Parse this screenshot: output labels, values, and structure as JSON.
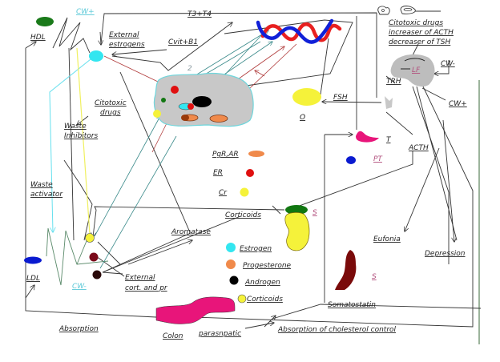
{
  "diagram": {
    "labels": {
      "hdl": "HDL",
      "cw_plus_top": "CW+",
      "external_estrogens_1": "External",
      "external_estrogens_2": "estrogens",
      "t3_t4": "T3+T4",
      "cvit_b1": "Cvit+B1",
      "question_2": "2",
      "cytotoxic_drugs_1": "Citotoxic",
      "cytotoxic_drugs_2": "drugs",
      "waste_inhibitors_1": "Waste",
      "waste_inhibitors_2": "Inhibitors",
      "waste_activator_1": "Waste",
      "waste_activator_2": "activator",
      "ldl": "LDL",
      "cw_minus_bottom": "CW-",
      "external_cort_1": "External",
      "external_cort_2": "cort. and pr",
      "absorption": "Absorption",
      "colon": "Colon",
      "parasympathetic": "parasnpatic",
      "absorption_cholesterol": "Absorption of cholesterol control",
      "aromatase": "Aromatase",
      "corticoids_mid": "Corticoids",
      "pgr_ar": "PgR,AR",
      "er": "ER",
      "cr": "Cr",
      "o": "O",
      "fsh": "FSH",
      "t": "T",
      "pt": "PT",
      "acth": "ACTH",
      "s_adrenal": "S",
      "s_pancreas": "S",
      "somatostatin": "Somatostatin",
      "eufonia": "Eufonia",
      "depression": "Depression",
      "cytotoxic_acth_1": "Citotoxic drugs",
      "cytotoxic_acth_2": "increaser of ACTH",
      "cytotoxic_acth_3": "decreaser of TSH",
      "lf": "LF",
      "trh": "TRH",
      "cw_minus_right": "CW-",
      "cw_plus_right": "CW+"
    },
    "legend": [
      {
        "label": "Estrogen",
        "color": "#33e6f0"
      },
      {
        "label": "Progesterone",
        "color": "#f08a4b"
      },
      {
        "label": "Androgen",
        "color": "#000000"
      },
      {
        "label": "Corticoids",
        "color": "#f5f23a"
      }
    ],
    "colors": {
      "hdl": "#1a7a1a",
      "ldl": "#0a1ad0",
      "estrogen": "#33e6f0",
      "progesterone": "#f08a4b",
      "androgen": "#000000",
      "corticoid": "#f5f23a",
      "er_receptor": "#e01010",
      "dna_blue": "#1020d8",
      "dna_red": "#e82020",
      "cell": "#c8c8c8",
      "cell_border": "#6fd6dc",
      "thyroid": "#e8157a",
      "colon": "#e8157a",
      "pancreas": "#7a0a0a",
      "adrenal": "#f5f23a",
      "adrenal_cap": "#117711",
      "ovary": "#f5f23a",
      "pt_dot": "#0a1ad0",
      "brain": "#bdbdbd",
      "frame_right": "#3a6a3a"
    }
  }
}
